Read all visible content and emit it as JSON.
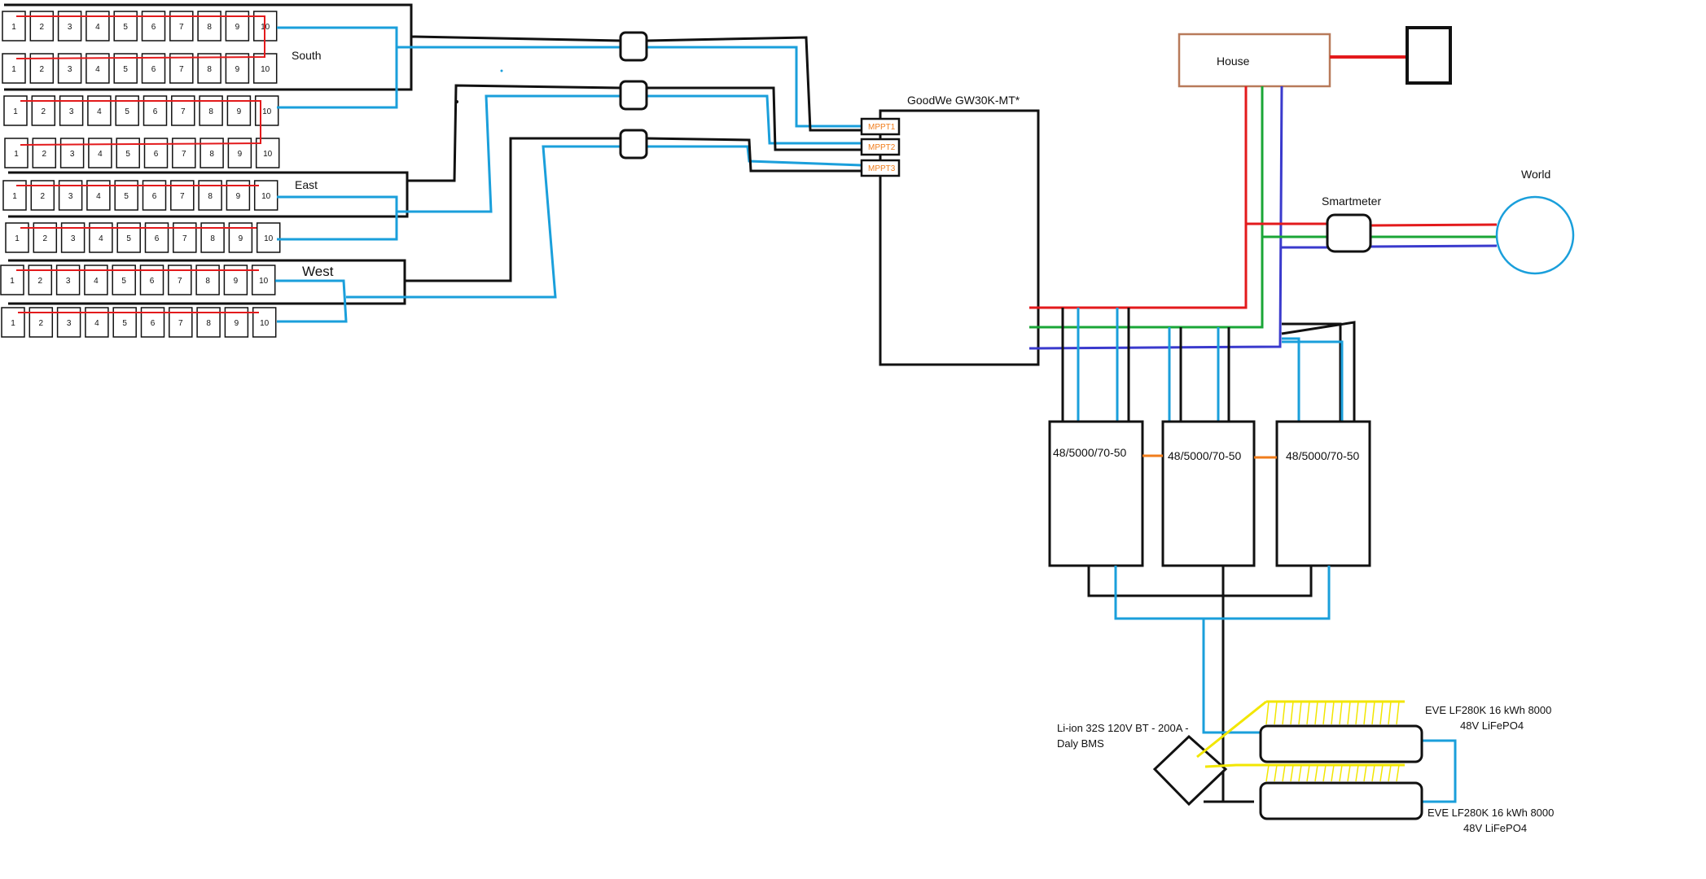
{
  "panels": {
    "numbers": [
      "1",
      "2",
      "3",
      "4",
      "5",
      "6",
      "7",
      "8",
      "9",
      "10"
    ],
    "groups": [
      {
        "label": "South"
      },
      {
        "label": "East"
      },
      {
        "label": "West"
      }
    ]
  },
  "inverter": {
    "label": "GoodWe GW30K-MT*",
    "mppt": [
      "MPPT1",
      "MPPT2",
      "MPPT3"
    ]
  },
  "house": {
    "label": "House"
  },
  "smartmeter": {
    "label": "Smartmeter"
  },
  "world": {
    "label": "World"
  },
  "victron": {
    "units": [
      "48/5000/70-50",
      "48/5000/70-50",
      "48/5000/70-50"
    ]
  },
  "bms": {
    "line1": "Li-ion 32S 120V BT - 200A -",
    "line2": "Daly BMS"
  },
  "batteries": [
    {
      "line1": "EVE LF280K 16 kWh 8000",
      "line2": "48V LiFePO4"
    },
    {
      "line1": "EVE LF280K 16 kWh 8000",
      "line2": "48V LiFePO4"
    }
  ],
  "colors": {
    "dc_positive": "#e31a1c",
    "dc_cable": "#1a9fdb",
    "phase_l1": "#e31a1c",
    "phase_l2": "#1aa637",
    "phase_l3": "#3a3acd",
    "link": "#f07d1c",
    "cell_wire": "#f2e600",
    "house_border": "#b87a5a"
  }
}
